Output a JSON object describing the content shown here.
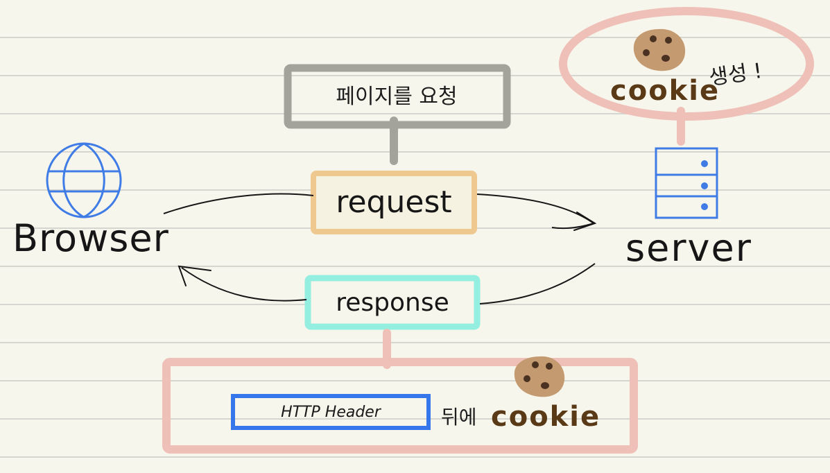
{
  "labels": {
    "browser": "Browser",
    "server": "server",
    "page_request": "페이지를 요청",
    "request": "request",
    "response": "response",
    "http_header": "HTTP Header",
    "behind": "뒤에",
    "cookie_bottom": "cookie",
    "cookie_top": "cookie",
    "created": "생성 !"
  },
  "icons": {
    "browser": "globe-icon",
    "server": "server-icon",
    "cookie": "cookie-icon"
  },
  "colors": {
    "page_request_box": "#a3a39b",
    "request_box": "#efc88f",
    "response_box": "#95efe0",
    "cookie_highlight": "#eec0b8",
    "http_header_box": "#3577ea",
    "globe": "#3f7ce6",
    "server": "#3f7ce6",
    "cookie": "#c49a70",
    "cookie_chip": "#4a3122",
    "cookie_text": "#5a3a16"
  }
}
